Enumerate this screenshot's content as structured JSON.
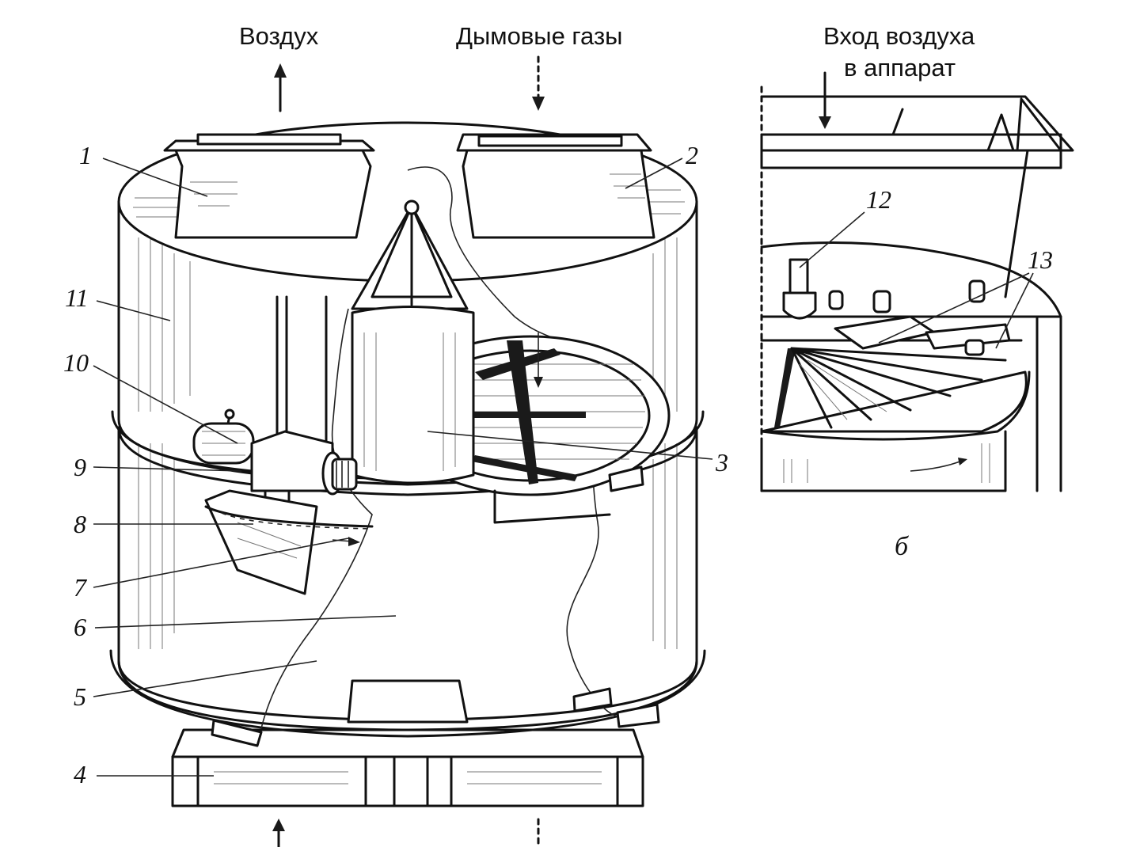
{
  "labels": {
    "air_out": "Воздух",
    "flue_gas": "Дымовые газы",
    "air_in_line1": "Вход воздуха",
    "air_in_line2": "в аппарат",
    "view_b": "б"
  },
  "callouts": [
    "1",
    "2",
    "3",
    "4",
    "5",
    "6",
    "7",
    "8",
    "9",
    "10",
    "11",
    "12",
    "13"
  ]
}
